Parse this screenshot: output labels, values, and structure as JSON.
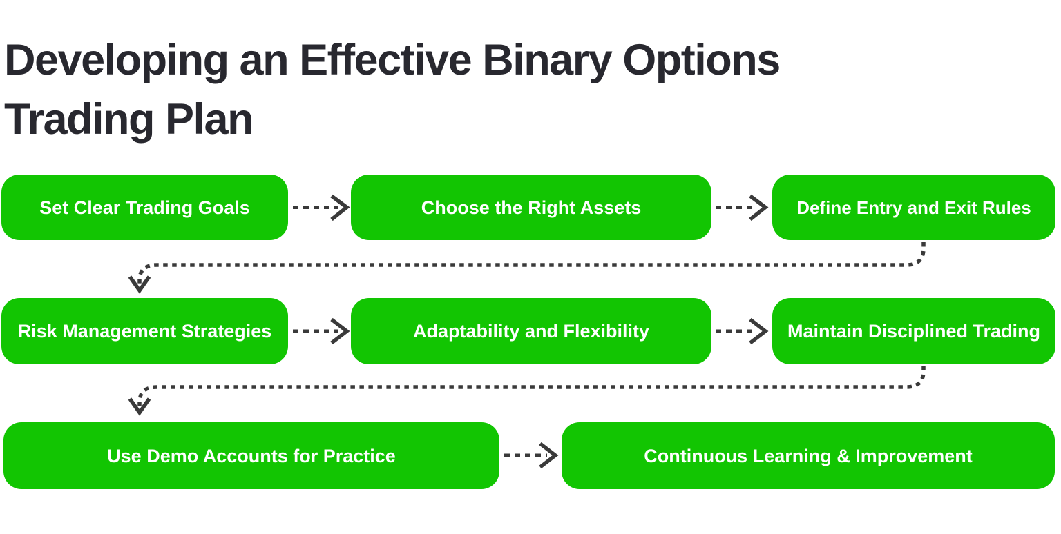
{
  "palette": {
    "box_green": "#12c502",
    "box_text": "#ffffff",
    "title_text": "#28282f",
    "arrow": "#3a3a3a",
    "background": "#ffffff"
  },
  "title": {
    "lines": [
      "Developing an Effective Binary Options",
      "Trading Plan"
    ]
  },
  "flow": {
    "rows": [
      {
        "boxes": [
          {
            "label": "Set Clear Trading Goals"
          },
          {
            "label": "Choose the Right Assets"
          },
          {
            "label": "Define Entry and Exit Rules"
          }
        ]
      },
      {
        "boxes": [
          {
            "label": "Risk Management Strategies"
          },
          {
            "label": "Adaptability and Flexibility"
          },
          {
            "label": "Maintain Disciplined Trading"
          }
        ]
      },
      {
        "boxes": [
          {
            "label": "Use Demo Accounts for Practice"
          },
          {
            "label": "Continuous Learning & Improvement"
          }
        ]
      }
    ]
  }
}
